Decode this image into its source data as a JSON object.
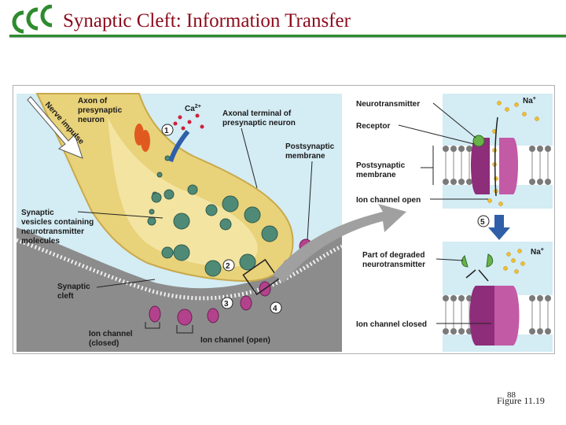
{
  "header": {
    "title": "Synaptic Cleft: Information Transfer",
    "brand_color": "#2e8b2e",
    "title_color": "#8b0a1a"
  },
  "figure": {
    "labels": {
      "nerve_impulse": "Nerve impulse",
      "axon": [
        "Axon of",
        "presynaptic",
        "neuron"
      ],
      "calcium": "Ca",
      "calcium_charge": "2+",
      "axonal_terminal": [
        "Axonal terminal of",
        "presynaptic neuron"
      ],
      "postsynaptic_membrane": [
        "Postsynaptic",
        "membrane"
      ],
      "synaptic_vesicles": [
        "Synaptic",
        "vesicles containing",
        "neurotransmitter",
        "molecules"
      ],
      "synaptic_cleft": [
        "Synaptic",
        "cleft"
      ],
      "ion_channel_closed": [
        "Ion channel",
        "(closed)"
      ],
      "ion_channel_open": "Ion channel (open)",
      "neurotransmitter": "Neurotransmitter",
      "receptor": "Receptor",
      "postsynaptic_membrane_right": [
        "Postsynaptic",
        "membrane"
      ],
      "ion_channel_open_right": "Ion channel open",
      "degraded_nt": [
        "Part of degraded",
        "neurotransmitter"
      ],
      "ion_channel_closed_right": "Ion channel closed",
      "sodium": "Na",
      "sodium_charge": "+"
    },
    "steps": [
      "1",
      "2",
      "3",
      "4",
      "5"
    ]
  },
  "footer": {
    "slide_number": "88",
    "figure_ref": "Figure 11.19"
  }
}
